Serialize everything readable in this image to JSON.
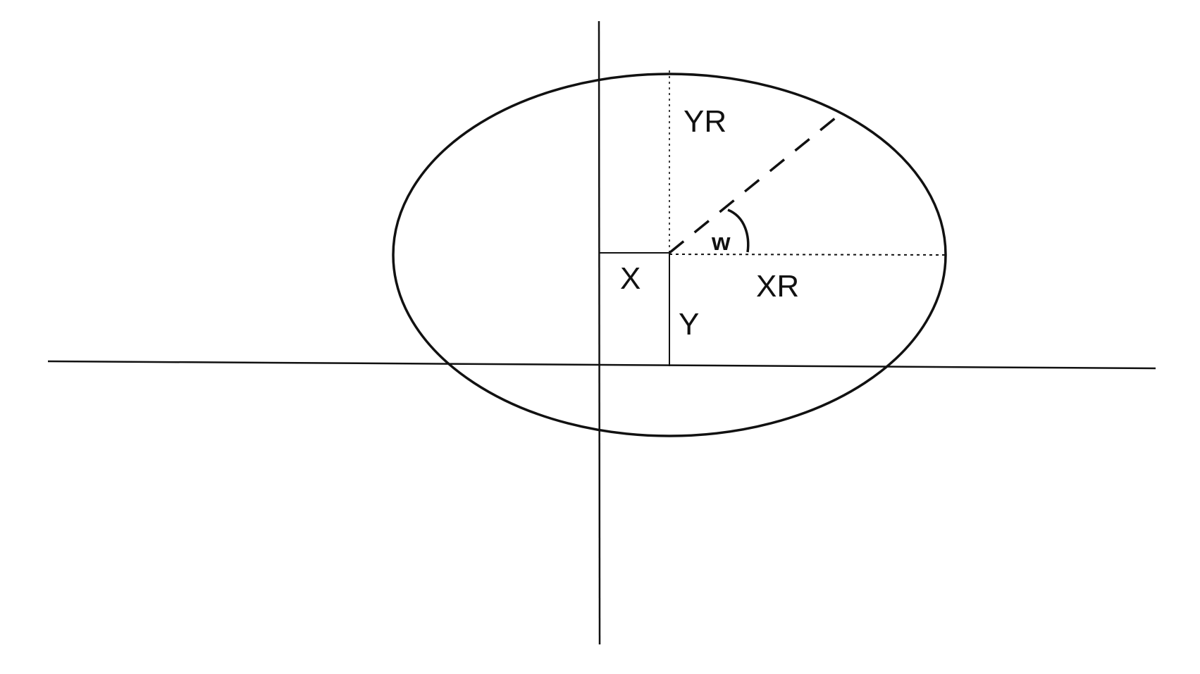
{
  "labels": {
    "yr": "YR",
    "x": "X",
    "xr": "XR",
    "y": "Y",
    "w": "w"
  },
  "colors": {
    "ink": "#111111",
    "background": "#ffffff"
  }
}
